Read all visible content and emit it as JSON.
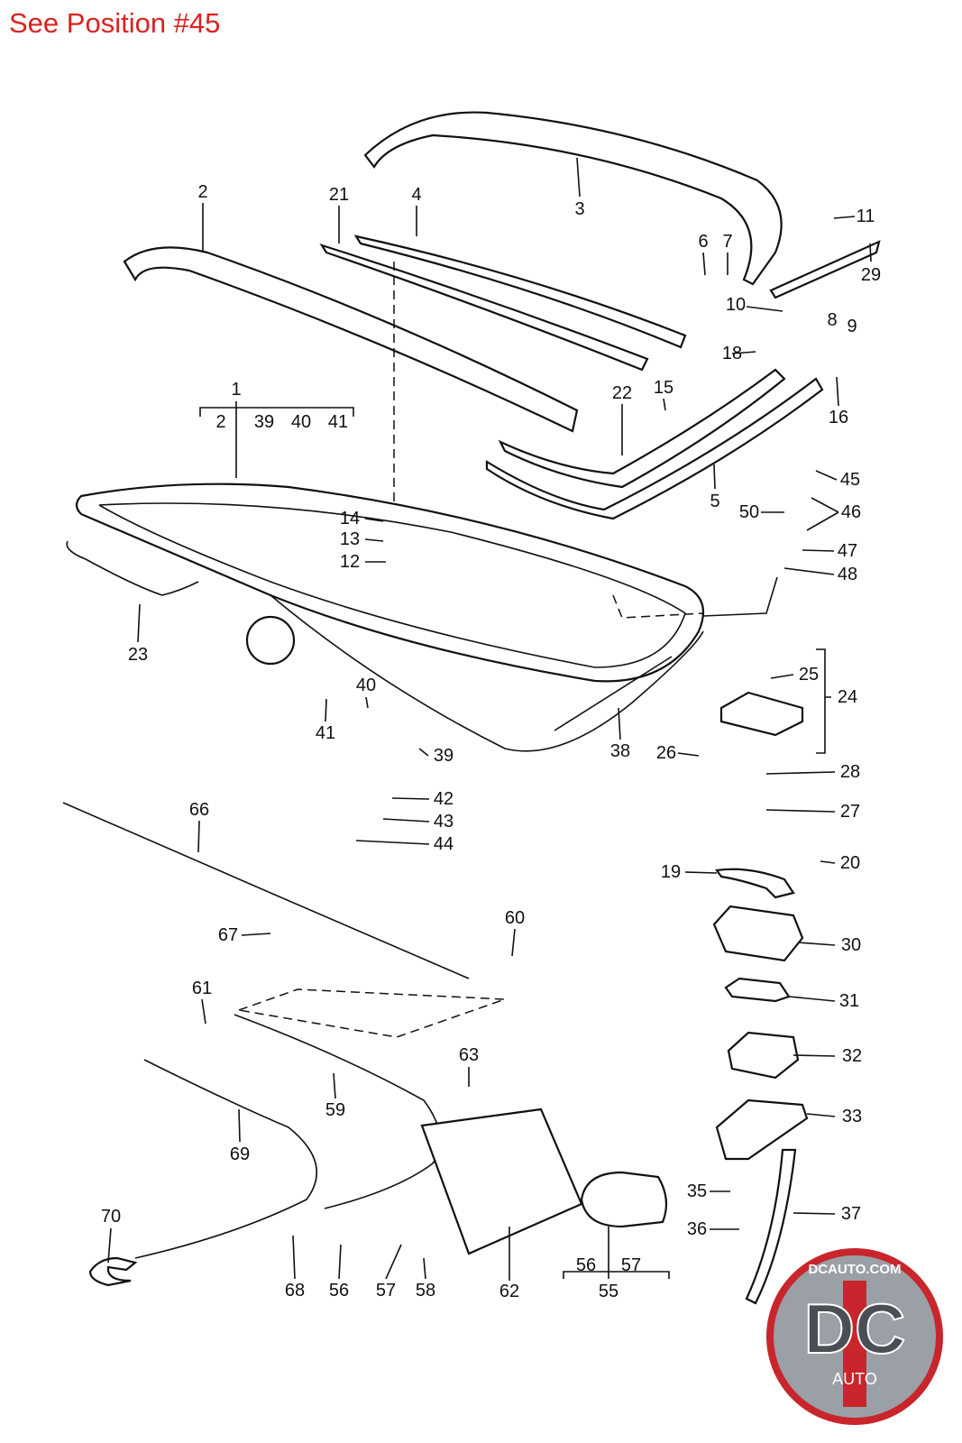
{
  "header": {
    "title": "See Position #45",
    "title_color": "#d9231f"
  },
  "diagram": {
    "labels": [
      "2",
      "21",
      "4",
      "3",
      "11",
      "6",
      "7",
      "29",
      "10",
      "8",
      "9",
      "18",
      "15",
      "16",
      "22",
      "1",
      "2",
      "39",
      "40",
      "41",
      "45",
      "5",
      "50",
      "46",
      "14",
      "13",
      "12",
      "47",
      "48",
      "23",
      "25",
      "24",
      "40",
      "41",
      "39",
      "38",
      "26",
      "28",
      "42",
      "43",
      "27",
      "44",
      "66",
      "20",
      "19",
      "60",
      "67",
      "30",
      "61",
      "31",
      "63",
      "32",
      "59",
      "33",
      "69",
      "70",
      "35",
      "37",
      "36",
      "56",
      "57",
      "68",
      "56",
      "57",
      "58",
      "62",
      "55"
    ]
  },
  "logo": {
    "text": "DCAUTO.COM",
    "mark": "DC",
    "sub": "AUTO",
    "colors": {
      "red": "#c8262c",
      "gray": "#8a8f96"
    }
  }
}
